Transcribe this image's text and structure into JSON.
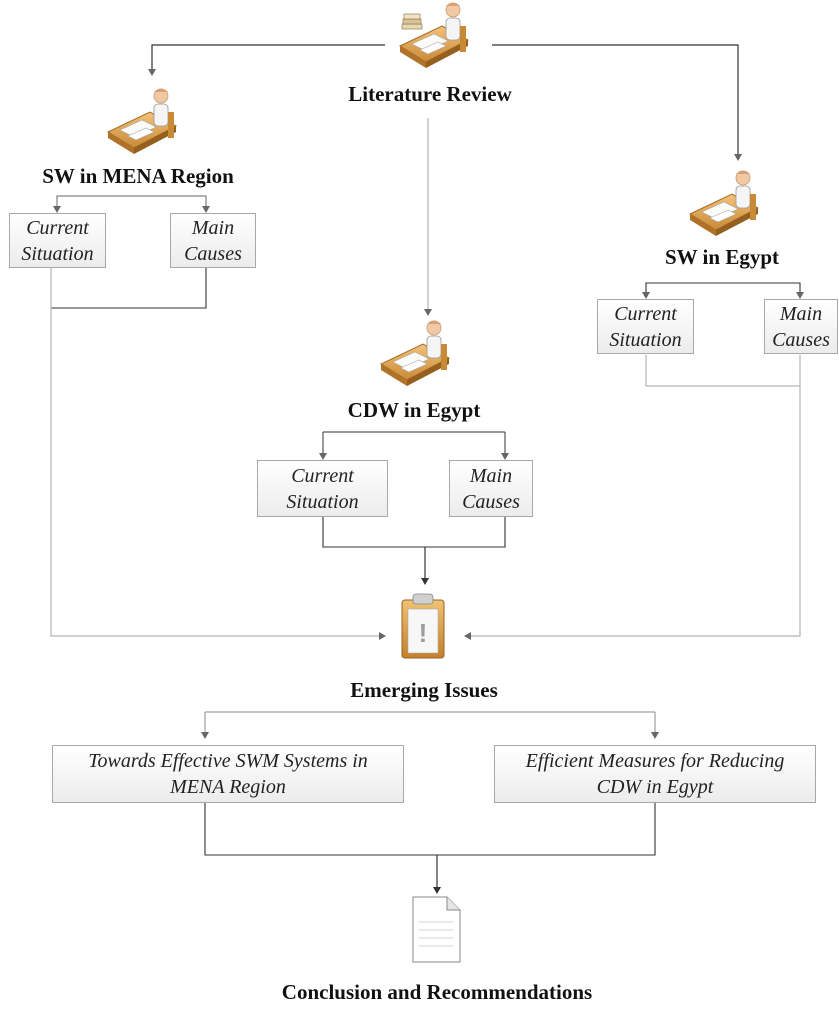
{
  "nodes": {
    "literature_review": "Literature Review",
    "sw_mena": "SW in MENA Region",
    "sw_egypt": "SW in Egypt",
    "cdw_egypt": "CDW in Egypt",
    "emerging_issues": "Emerging Issues",
    "conclusion": "Conclusion and Recommendations"
  },
  "subboxes": {
    "current_situation": [
      "Current",
      "Situation"
    ],
    "main_causes": [
      "Main",
      "Causes"
    ]
  },
  "outcomes": {
    "effective_swm": [
      "Towards Effective SWM Systems in",
      "MENA Region"
    ],
    "efficient_measures": [
      "Efficient Measures for Reducing",
      "CDW in Egypt"
    ]
  },
  "icons": {
    "person_at_desk": "person-at-desk-icon",
    "clipboard": "clipboard-icon",
    "document": "document-icon"
  },
  "colors": {
    "line_dark": "#333333",
    "line_light": "#b5b5b5",
    "box_border": "#a8a8a8",
    "box_fill_top": "#ffffff",
    "box_fill_bottom": "#ececec",
    "icon_desk": "#d9a14b",
    "icon_skin": "#f0c9a4"
  }
}
